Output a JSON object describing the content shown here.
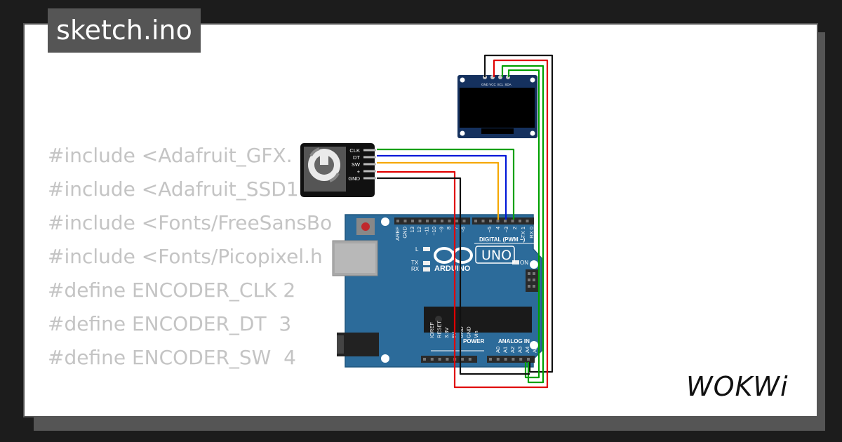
{
  "title": "sketch.ino",
  "code_lines": [
    "#include <Adafruit_GFX.",
    "#include <Adafruit_SSD1",
    "#include <Fonts/FreeSansBo",
    "#include <Fonts/Picopixel.h",
    "",
    "#define ENCODER_CLK 2",
    "#define ENCODER_DT  3",
    "#define ENCODER_SW  4"
  ],
  "oled": {
    "pins": [
      "GND",
      "VCC",
      "SCL",
      "SDA"
    ]
  },
  "encoder": {
    "pins": [
      "CLK",
      "DT",
      "SW",
      "+",
      "GND"
    ]
  },
  "arduino": {
    "logo_text": "ARDUINO",
    "model": "UNO",
    "on_label": "ON",
    "l_label": "L",
    "tx_label": "TX",
    "rx_label": "RX",
    "digital_header": "DIGITAL (PWM ~)",
    "digital_pins": [
      "AREF",
      "GND",
      "13",
      "12",
      "~11",
      "~10",
      "~9",
      "8",
      "7",
      "~6",
      "~5",
      "4",
      "~3",
      "2",
      "TX 1",
      "RX 0"
    ],
    "power_header": "POWER",
    "power_pins": [
      "IOREF",
      "RESET",
      "3.3V",
      "5V",
      "GND",
      "GND",
      "Vin"
    ],
    "analog_header": "ANALOG IN",
    "analog_pins": [
      "A0",
      "A1",
      "A2",
      "A3",
      "A4",
      "A5"
    ]
  },
  "wire_colors": {
    "black": "#111111",
    "red": "#e00000",
    "green": "#00a000",
    "blue": "#0018d8",
    "orange": "#f5a800"
  },
  "brand": "WOKWi"
}
